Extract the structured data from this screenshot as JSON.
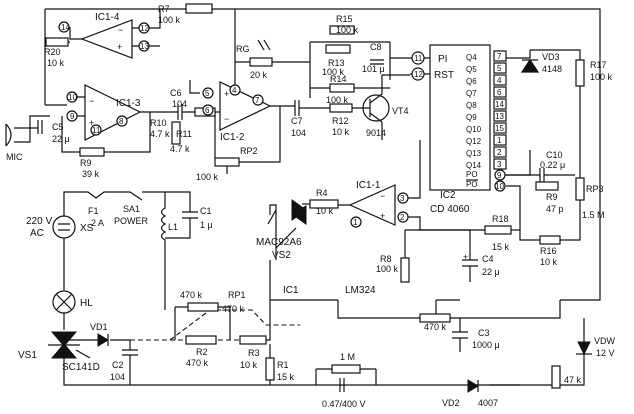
{
  "opamps": {
    "ic1_4": "IC1-4",
    "ic1_3": "IC1-3",
    "ic1_2": "IC1-2",
    "ic1_1": "IC1-1"
  },
  "ic_labels": {
    "ic1": "IC1",
    "ic1_part": "LM324",
    "ic2": "IC2",
    "ic2_part": "CD 4060"
  },
  "ic2_pins_left": [
    "PI",
    "RST"
  ],
  "ic2_pins_right": [
    "Q4",
    "Q5",
    "Q6",
    "Q7",
    "Q8",
    "Q9",
    "Q10",
    "Q12",
    "Q13",
    "Q14",
    "PO",
    "PO"
  ],
  "ic2_pin_numbers_right": [
    "7",
    "5",
    "4",
    "6",
    "14",
    "13",
    "15",
    "1",
    "2",
    "3",
    "9",
    "10"
  ],
  "ic2_pin_numbers_left": [
    "11",
    "12"
  ],
  "pin_numbers": {
    "p14": "14",
    "p12": "12",
    "p13": "13",
    "p10": "10",
    "p9": "9",
    "p8": "8",
    "p11": "11",
    "p4": "4",
    "p5": "5",
    "p6": "6",
    "p7": "7",
    "p1": "1",
    "p2": "2",
    "p3": "3"
  },
  "components": {
    "r7": {
      "name": "R7",
      "value": "100 k"
    },
    "r20": {
      "name": "R20",
      "value": "10 k"
    },
    "r15": {
      "name": "R15",
      "value": "100 k"
    },
    "c8": {
      "name": "C8",
      "value": "101 μ"
    },
    "r13": {
      "name": "R13",
      "value": "100 k"
    },
    "rg": {
      "name": "RG",
      "value": "20 k"
    },
    "r14": {
      "name": "R14",
      "value": "100 k"
    },
    "r12": {
      "name": "R12",
      "value": "10 k"
    },
    "vt4": {
      "name": "VT4",
      "value": "9014"
    },
    "c6": {
      "name": "C6",
      "value": "104"
    },
    "c5": {
      "name": "C5",
      "value": "22 μ"
    },
    "r10": {
      "name": "R10",
      "value": "4.7 k"
    },
    "r11": {
      "name": "R11",
      "value": "4.7 k"
    },
    "c7": {
      "name": "C7",
      "value": "104"
    },
    "r9": {
      "name": "R9",
      "value": "39 k"
    },
    "rp2": {
      "name": "RP2",
      "value": "100 k"
    },
    "vd3": {
      "name": "VD3",
      "value": "4148"
    },
    "r17": {
      "name": "R17",
      "value": "100 k"
    },
    "c10": {
      "name": "C10",
      "value": "0.22 μ"
    },
    "r9b": {
      "name": "R9",
      "value": "47 p"
    },
    "rp3": {
      "name": "RP3",
      "value": "1.5 M"
    },
    "r16": {
      "name": "R16",
      "value": "10 k"
    },
    "r18": {
      "name": "R18",
      "value": "15 k"
    },
    "r4": {
      "name": "R4",
      "value": "10 k"
    },
    "vs2": {
      "name": "VS2",
      "value": "MAC92A6"
    },
    "r8": {
      "name": "R8",
      "value": "100 k"
    },
    "c4": {
      "name": "C4",
      "value": "22 μ"
    },
    "f1": {
      "name": "F1",
      "value": "2 A"
    },
    "sa1": {
      "name": "SA1",
      "value": "POWER"
    },
    "l1": {
      "name": "L1",
      "value": ""
    },
    "c1": {
      "name": "C1",
      "value": "1 μ"
    },
    "rp1": {
      "name": "RP1",
      "value": "470 k"
    },
    "r2": {
      "name": "R2",
      "value": "470 k"
    },
    "r3": {
      "name": "R3",
      "value": "10 k"
    },
    "r1": {
      "name": "R1",
      "value": "15 k"
    },
    "c3": {
      "name": "C3",
      "value": "1000 μ"
    },
    "rpot": {
      "name": "",
      "value": "470 k"
    },
    "vdw": {
      "name": "VDW",
      "value": "12 V"
    },
    "r47": {
      "name": "",
      "value": "47 k"
    },
    "r1m": {
      "name": "",
      "value": "1 M"
    },
    "c2": {
      "name": "",
      "value": "0.47/400 V"
    },
    "vd2": {
      "name": "VD2",
      "value": "4007"
    },
    "vd1": {
      "name": "VD1",
      "value": ""
    },
    "c2b": {
      "name": "C2",
      "value": "104"
    },
    "vs1": {
      "name": "VS1",
      "value": "SC141D"
    },
    "hl": {
      "name": "HL",
      "value": ""
    },
    "xs": {
      "name": "XS",
      "value": ""
    },
    "mic": {
      "name": "MIC",
      "value": ""
    },
    "supply": {
      "name": "220 V",
      "value": "AC"
    }
  }
}
